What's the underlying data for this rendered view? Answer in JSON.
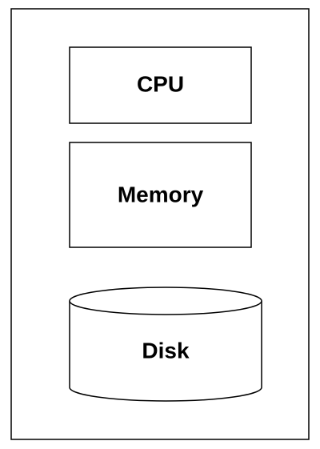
{
  "diagram": {
    "components": {
      "cpu": {
        "label": "CPU"
      },
      "memory": {
        "label": "Memory"
      },
      "disk": {
        "label": "Disk"
      }
    },
    "colors": {
      "stroke": "#000000",
      "fill": "#ffffff"
    }
  }
}
